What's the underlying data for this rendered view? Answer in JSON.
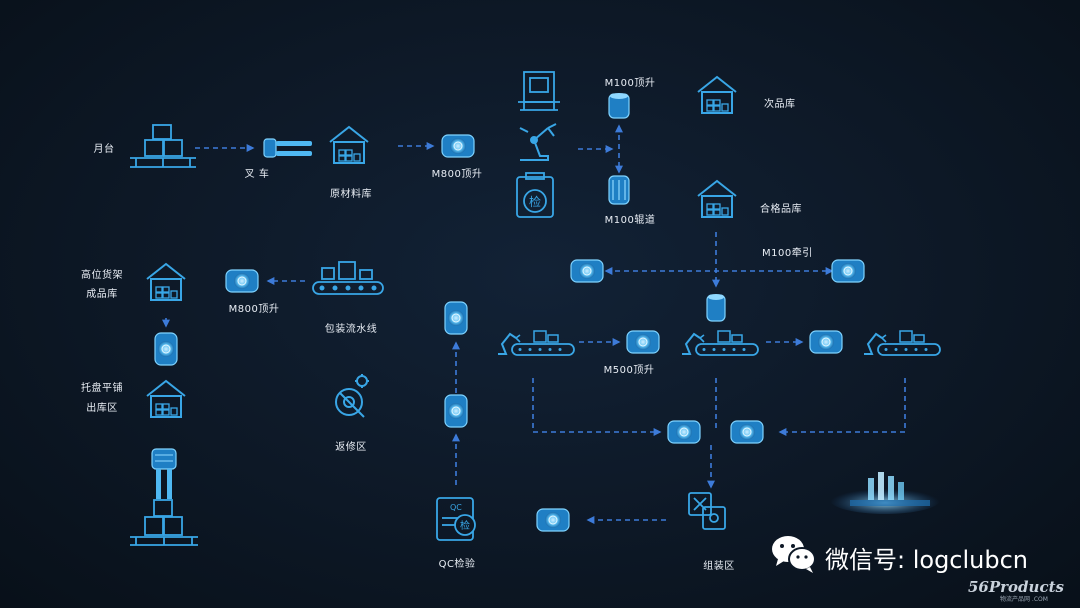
{
  "labels": {
    "yuetai": "月台",
    "chache": "叉 车",
    "yuancailiaoku": "原材料库",
    "m800_top": "M800顶升",
    "m100_top": "M100顶升",
    "m100_roller": "M100辊道",
    "cipinku": "次品库",
    "hegepinku": "合格品库",
    "m100_tow": "M100牵引",
    "gaowei_1": "高位货架",
    "gaowei_2": "成品库",
    "m800_left": "M800顶升",
    "packline": "包装流水线",
    "tuopan_1": "托盘平铺",
    "tuopan_2": "出库区",
    "fanxiu": "返修区",
    "m500_top": "M500顶升",
    "qc": "QC检验",
    "zuzhuang": "组装区"
  },
  "watermark": {
    "wechat": "微信号: logclubcn",
    "brand": "56Products",
    "brand_sub": "物流产品网 .COM"
  },
  "colors": {
    "line": "#3d7bd9",
    "icon": "#39a6e6",
    "agv": "#4fb8f2",
    "background": "#0d1826"
  }
}
